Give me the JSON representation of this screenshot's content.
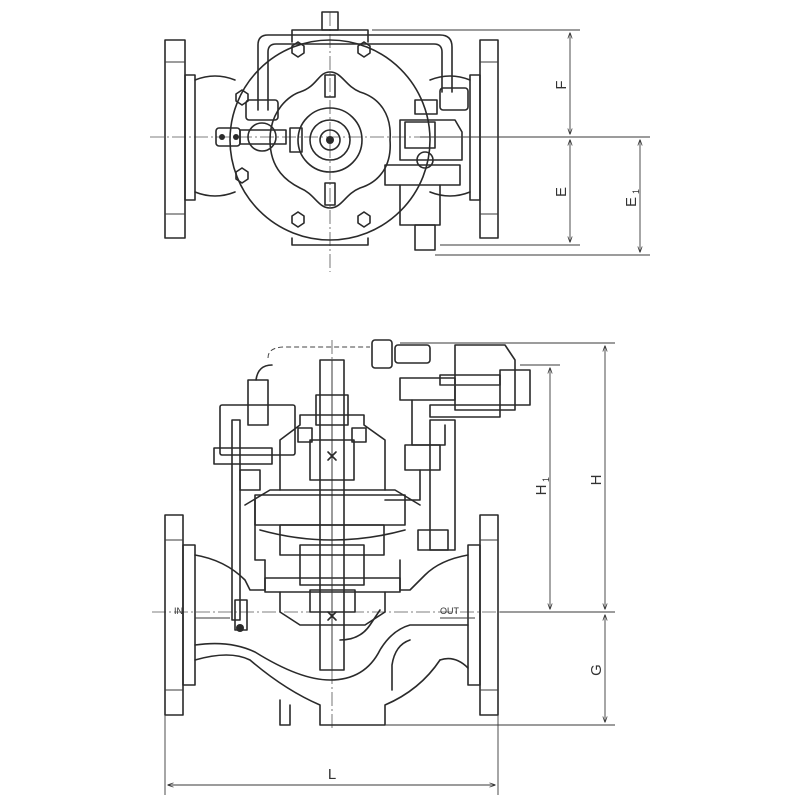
{
  "labels": {
    "F": "F",
    "E": "E",
    "E1": "E",
    "E1_sub": "1",
    "H1": "H",
    "H1_sub": "1",
    "H": "H",
    "G": "G",
    "L": "L",
    "in": "IN",
    "out": "OUT"
  }
}
